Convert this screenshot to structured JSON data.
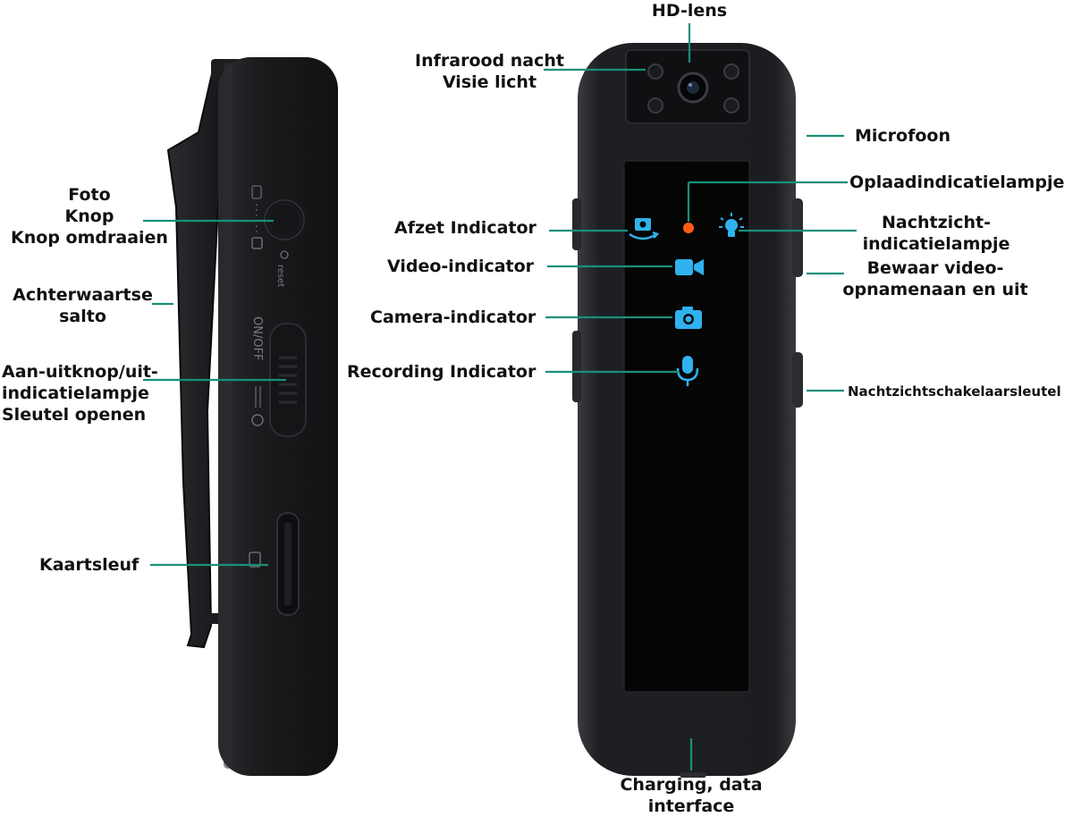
{
  "colors": {
    "leader_line": "#1a8f7a",
    "body_dark": "#1b1c1e",
    "panel_black": "#050506",
    "icon_blue": "#2fb2ee",
    "led_orange": "#ff5a12"
  },
  "side_view": {
    "engraved": {
      "reset": "reset",
      "on_off": "ON/OFF"
    },
    "labels": {
      "photo_button": [
        "Foto",
        "Knop",
        "Knop omdraaien"
      ],
      "back_flip": [
        "Achterwaartse",
        "salto"
      ],
      "power_button": [
        "Aan-uitknop/uit-",
        "indicatielampje",
        "Sleutel openen"
      ],
      "card_slot": "Kaartsleuf"
    }
  },
  "front_view": {
    "labels": {
      "hd_lens": "HD-lens",
      "infrared": [
        "Infrarood nacht",
        "Visie licht"
      ],
      "microphone": "Microfoon",
      "charging_led": "Oplaadindicatielampje",
      "rotate_indicator": "Afzet Indicator",
      "night_vision_led": [
        "Nachtzicht-",
        "indicatielampje"
      ],
      "video_indicator": "Video-indicator",
      "save_video": [
        "Bewaar video-",
        "opnamenaan en uit"
      ],
      "camera_indicator": "Camera-indicator",
      "recording_indicator": "Recording Indicator",
      "night_switch_key": "Nachtzichtschakelaarsleutel",
      "charging_interface": [
        "Charging, data",
        "interface"
      ]
    },
    "icons": [
      "rotate-camera-icon",
      "charging-led-dot",
      "night-vision-bulb-icon",
      "video-camera-icon",
      "photo-camera-icon",
      "microphone-icon"
    ]
  }
}
